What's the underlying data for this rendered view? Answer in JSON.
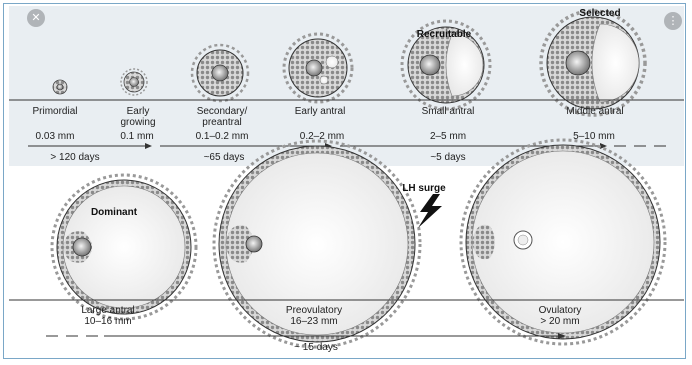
{
  "stages": [
    {
      "name": "Primordial",
      "size": "0.03 mm"
    },
    {
      "name": "Early\ngrowing",
      "size": "0.1 mm"
    },
    {
      "name": "Secondary/\npreantral",
      "size": "0.1–0.2 mm"
    },
    {
      "name": "Early antral",
      "size": "0.2–2 mm"
    },
    {
      "name": "Small antral",
      "size": "2–5 mm"
    },
    {
      "name": "Middle antral",
      "size": "5–10 mm"
    }
  ],
  "durations_top": [
    "> 120 days",
    "~65 days",
    "~5 days"
  ],
  "labels_top": {
    "recruitable": "Recruitable",
    "selected": "Selected"
  },
  "labels_bottom": {
    "dominant": "Dominant",
    "lh_surge": "LH surge"
  },
  "bottom_stages": [
    {
      "text": "Large antral\n10–16 mm"
    },
    {
      "text": "Preovulatory\n16–23 mm"
    },
    {
      "text": "Ovulatory\n> 20 mm"
    }
  ],
  "duration_bottom": "~ 15 days",
  "icons": {
    "close": "close-icon",
    "more": "more-icon"
  }
}
